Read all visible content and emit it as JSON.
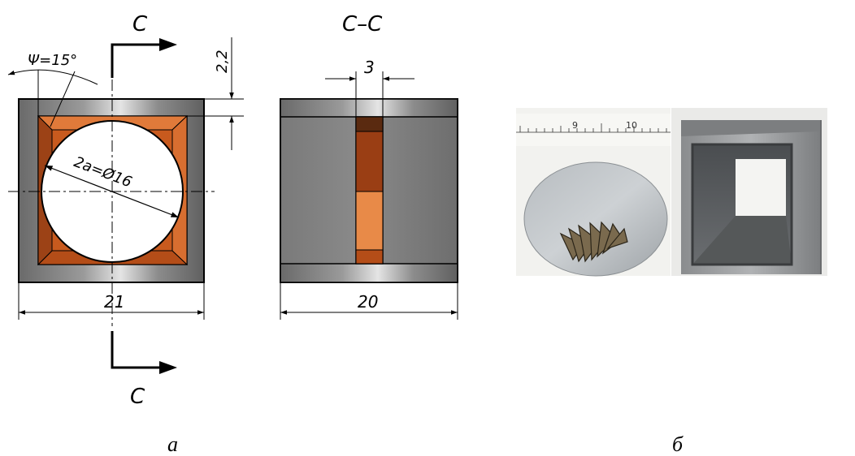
{
  "drawing": {
    "section_mark": "C",
    "section_title": "C–C",
    "angle_label": "Ψ=15°",
    "diameter_label": "2a=Ø16",
    "dim_height_top": "2,2",
    "dim_slot_width": "3",
    "dim_front_width": "21",
    "dim_section_width": "20"
  },
  "captions": {
    "left": "a",
    "right": "б"
  },
  "photo_left": {
    "ruler_numbers": [
      "9",
      "10"
    ]
  },
  "colors": {
    "steel_dark": "#5a5a5a",
    "steel_light": "#c9c9c9",
    "copper_dark": "#8b3a10",
    "copper": "#c85a1e",
    "copper_light": "#e8844a"
  }
}
